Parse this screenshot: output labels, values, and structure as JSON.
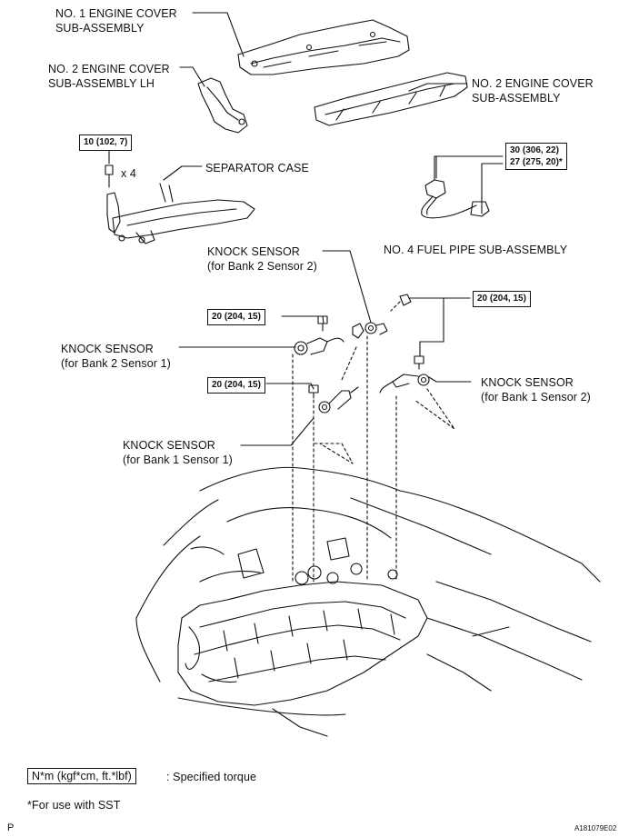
{
  "labels": {
    "no1_engine_cover": "NO. 1 ENGINE COVER",
    "no1_engine_cover_2": "SUB-ASSEMBLY",
    "no2_engine_cover_lh": "NO. 2 ENGINE COVER",
    "no2_engine_cover_lh_2": "SUB-ASSEMBLY LH",
    "no2_engine_cover": "NO. 2 ENGINE COVER",
    "no2_engine_cover_2": "SUB-ASSEMBLY",
    "separator_case": "SEPARATOR CASE",
    "bolt_count": "x 4",
    "fuel_pipe": "NO. 4 FUEL PIPE SUB-ASSEMBLY",
    "ks_b2s2": "KNOCK SENSOR",
    "ks_b2s2_2": "(for Bank 2 Sensor 2)",
    "ks_b2s1": "KNOCK SENSOR",
    "ks_b2s1_2": "(for Bank 2 Sensor 1)",
    "ks_b1s2": "KNOCK SENSOR",
    "ks_b1s2_2": "(for Bank 1 Sensor 2)",
    "ks_b1s1": "KNOCK SENSOR",
    "ks_b1s1_2": "(for Bank 1 Sensor 1)"
  },
  "torques": {
    "separator_bolt": "10 (102, 7)",
    "fuel_pipe_1": "30 (306, 22)",
    "fuel_pipe_2": "27 (275, 20)*",
    "ks_upper_left": "20 (204, 15)",
    "ks_lower_left": "20 (204, 15)",
    "ks_right": "20 (204, 15)"
  },
  "legend": {
    "unit": "N*m (kgf*cm, ft.*lbf)",
    "unit_desc": ": Specified torque",
    "sst_note": "*For use with SST"
  },
  "footer": {
    "page_marker": "P",
    "figure_id": "A181079E02"
  }
}
